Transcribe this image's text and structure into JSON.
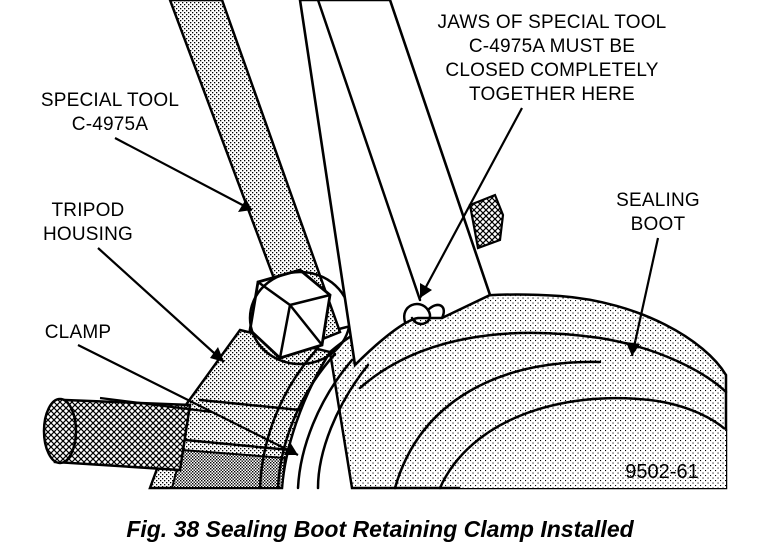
{
  "labels": {
    "special_tool": [
      "SPECIAL TOOL",
      "C-4975A"
    ],
    "jaws": [
      "JAWS OF SPECIAL TOOL",
      "C-4975A MUST BE",
      "CLOSED COMPLETELY",
      "TOGETHER HERE"
    ],
    "tripod_housing": [
      "TRIPOD",
      "HOUSING"
    ],
    "clamp": [
      "CLAMP"
    ],
    "sealing_boot": [
      "SEALING",
      "BOOT"
    ]
  },
  "figure_id": "9502-61",
  "caption": "Fig. 38 Sealing Boot Retaining Clamp Installed",
  "colors": {
    "ink": "#000000",
    "paper": "#ffffff"
  }
}
